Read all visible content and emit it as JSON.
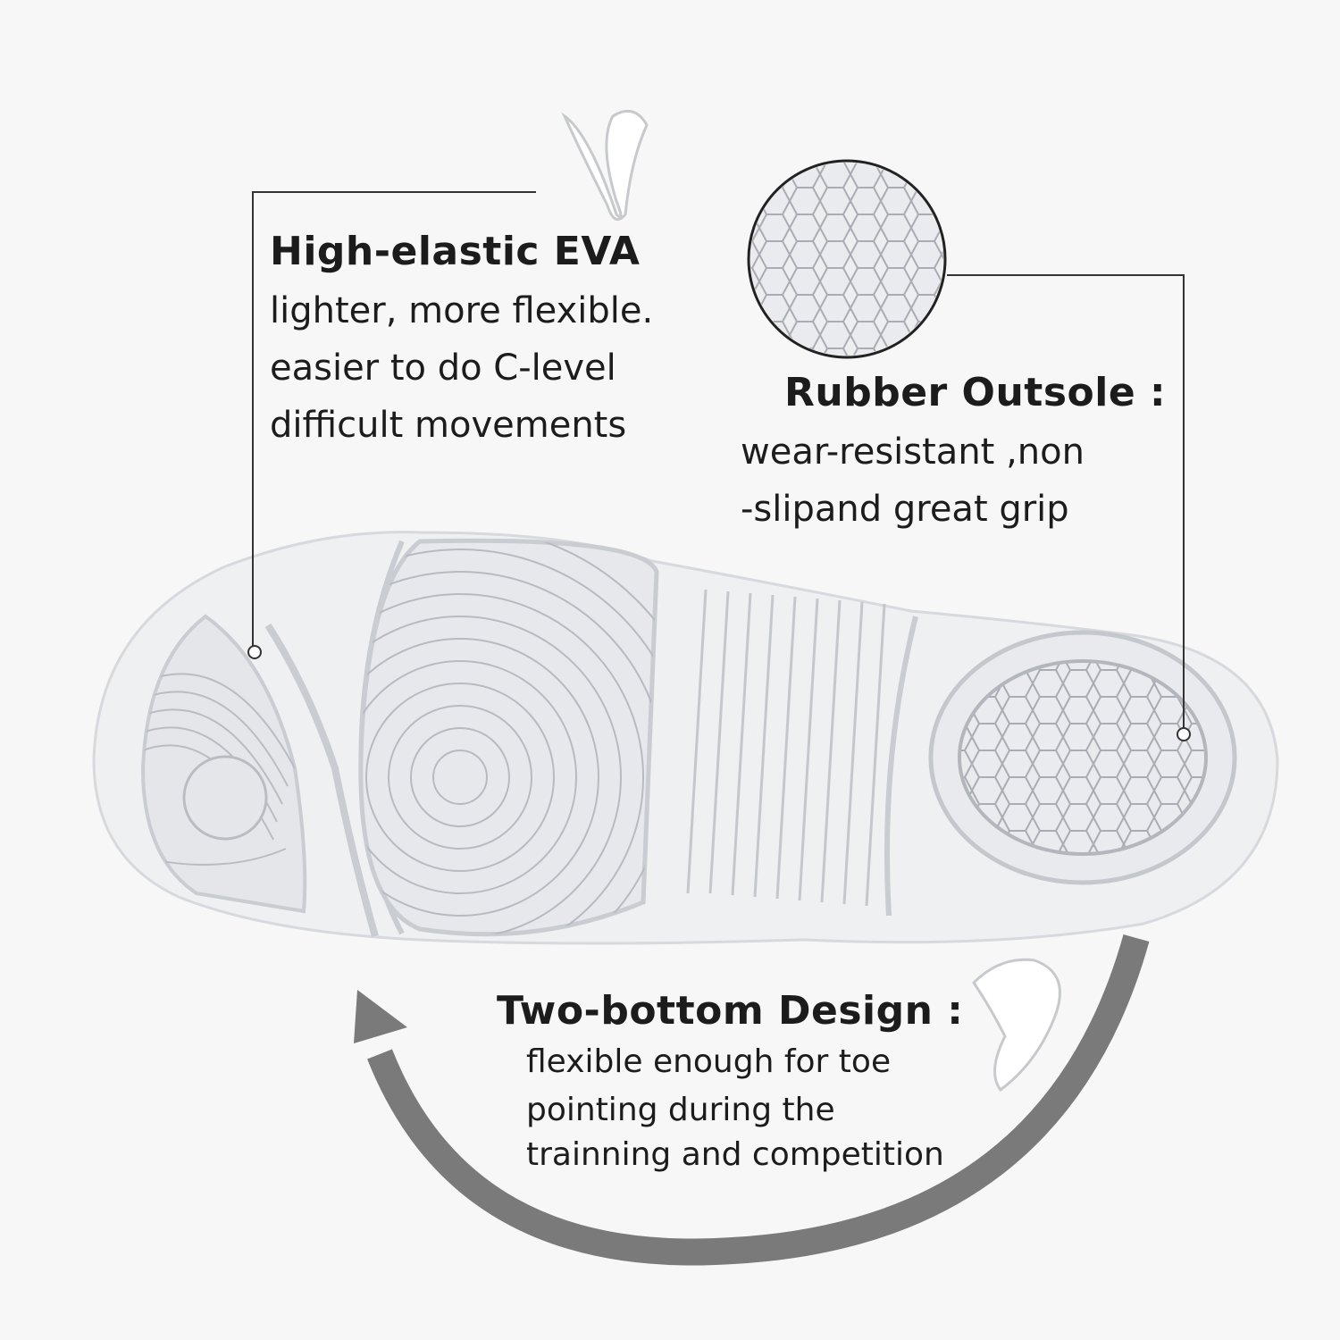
{
  "eva": {
    "title": "High-elastic EVA",
    "lines": [
      "lighter, more flexible.",
      "easier to do C-level",
      "difficult movements"
    ]
  },
  "rubber": {
    "title": "Rubber Outsole :",
    "lines": [
      "wear-resistant ,non",
      "-slipand great grip"
    ]
  },
  "twobottom": {
    "title": "Two-bottom Design :",
    "lines": [
      "flexible enough for toe",
      "pointing during the",
      "trainning and competition"
    ]
  },
  "colors": {
    "background": "#f7f7f7",
    "sole": "#eef0f2",
    "tread": "#c9ccd0",
    "arrow": "#7a7a7a",
    "text": "#1c1c1c"
  }
}
